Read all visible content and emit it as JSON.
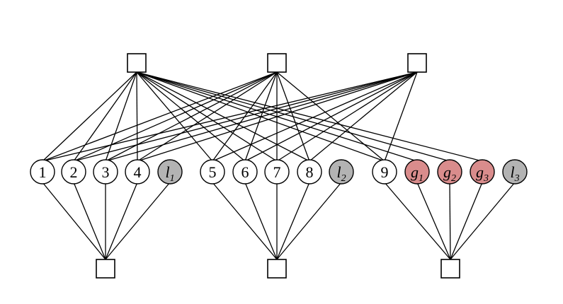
{
  "colors": {
    "observed": "#ffffff",
    "latent": "#b3b3b3",
    "global": "#d98c8c"
  },
  "diagram": {
    "top_factors": [
      "t1",
      "t2",
      "t3"
    ],
    "bottom_factors": [
      "b1",
      "b2",
      "b3"
    ],
    "variables": [
      {
        "id": "v1",
        "label": "1",
        "kind": "observed",
        "top": [
          "t1",
          "t2",
          "t3"
        ],
        "bottom": "b1"
      },
      {
        "id": "v2",
        "label": "2",
        "kind": "observed",
        "top": [
          "t1",
          "t2",
          "t3"
        ],
        "bottom": "b1"
      },
      {
        "id": "v3",
        "label": "3",
        "kind": "observed",
        "top": [
          "t1",
          "t2",
          "t3"
        ],
        "bottom": "b1"
      },
      {
        "id": "v4",
        "label": "4",
        "kind": "observed",
        "top": [
          "t1",
          "t2",
          "t3"
        ],
        "bottom": "b1"
      },
      {
        "id": "l1",
        "label": "l",
        "sub": "1",
        "kind": "latent",
        "top": [],
        "bottom": "b1"
      },
      {
        "id": "v5",
        "label": "5",
        "kind": "observed",
        "top": [
          "t1",
          "t2",
          "t3"
        ],
        "bottom": "b2"
      },
      {
        "id": "v6",
        "label": "6",
        "kind": "observed",
        "top": [
          "t1",
          "t2",
          "t3"
        ],
        "bottom": "b2"
      },
      {
        "id": "v7",
        "label": "7",
        "kind": "observed",
        "top": [
          "t1",
          "t2",
          "t3"
        ],
        "bottom": "b2"
      },
      {
        "id": "v8",
        "label": "8",
        "kind": "observed",
        "top": [
          "t1",
          "t2",
          "t3"
        ],
        "bottom": "b2"
      },
      {
        "id": "l2",
        "label": "l",
        "sub": "2",
        "kind": "latent",
        "top": [],
        "bottom": "b2"
      },
      {
        "id": "v9",
        "label": "9",
        "kind": "observed",
        "top": [
          "t1",
          "t2",
          "t3"
        ],
        "bottom": "b3"
      },
      {
        "id": "g1",
        "label": "g",
        "sub": "1",
        "kind": "global",
        "top": [
          "t1"
        ],
        "bottom": "b3"
      },
      {
        "id": "g2",
        "label": "g",
        "sub": "2",
        "kind": "global",
        "top": [
          "t1"
        ],
        "bottom": "b3"
      },
      {
        "id": "g3",
        "label": "g",
        "sub": "3",
        "kind": "global",
        "top": [
          "t1"
        ],
        "bottom": "b3"
      },
      {
        "id": "l3",
        "label": "l",
        "sub": "3",
        "kind": "latent",
        "top": [],
        "bottom": "b3"
      }
    ]
  }
}
